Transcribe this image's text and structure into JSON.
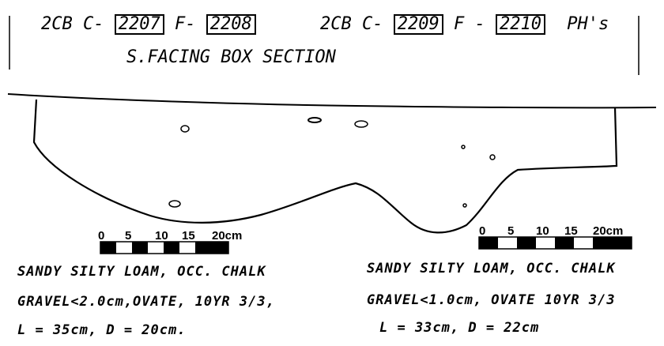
{
  "header": {
    "left": {
      "prefix": "2CB C-",
      "context": "2207",
      "mid": "F-",
      "feature": "2208"
    },
    "right": {
      "prefix": "2CB C-",
      "context": "2209",
      "mid": "F -",
      "feature": "2210",
      "suffix": "PH's"
    },
    "subtitle": "S.FACING BOX SECTION"
  },
  "scales": [
    {
      "labels": [
        "0",
        "5",
        "10",
        "15",
        "20cm"
      ]
    },
    {
      "labels": [
        "0",
        "5",
        "10",
        "15",
        "20cm"
      ]
    }
  ],
  "notes": {
    "left": {
      "line1": "SANDY SILTY LOAM, OCC. CHALK",
      "line2": "GRAVEL<2.0cm,OVATE, 10YR 3/3,",
      "line3": "L = 35cm, D = 20cm."
    },
    "right": {
      "line1": "SANDY SILTY LOAM, OCC. CHALK",
      "line2": "GRAVEL<1.0cm, OVATE 10YR 3/3",
      "line3": "L = 33cm, D = 22cm"
    }
  }
}
